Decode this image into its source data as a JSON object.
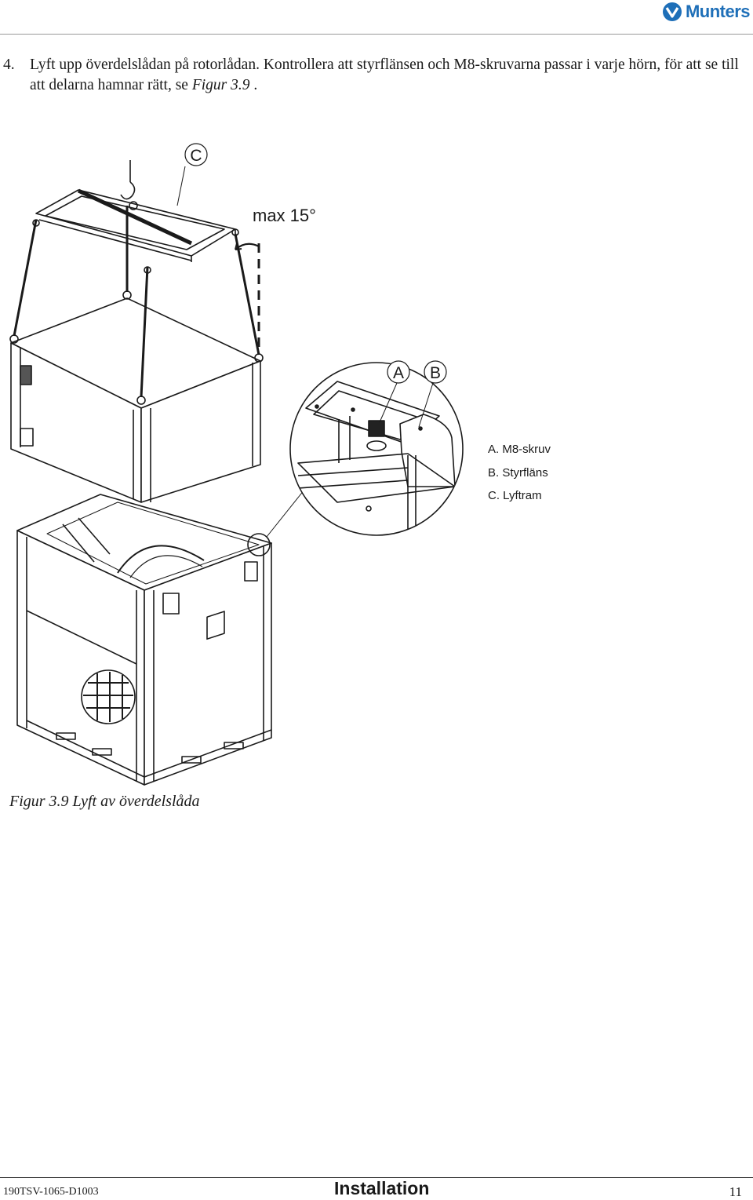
{
  "header": {
    "brand": "Munters",
    "brand_color": "#1e6fb8",
    "logo_icon": "munters-logo-icon"
  },
  "step": {
    "number": "4.",
    "text": "Lyft upp överdelslådan på rotorlådan. Kontrollera att styrflänsen och M8-skruvarna passar i varje hörn, för att se till att delarna hamnar rätt, se ",
    "figure_ref": "Figur 3.9",
    "end": " ."
  },
  "figure": {
    "callout_c": "C",
    "callout_a": "A",
    "callout_b": "B",
    "angle_label": "max 15°",
    "legend": [
      "A. M8-skruv",
      "B. Styrfläns",
      "C. Lyftram"
    ],
    "caption": "Figur 3.9 Lyft av överdelslåda"
  },
  "footer": {
    "doc_id": "190TSV-1065-D1003",
    "section": "Installation",
    "page": "11"
  }
}
